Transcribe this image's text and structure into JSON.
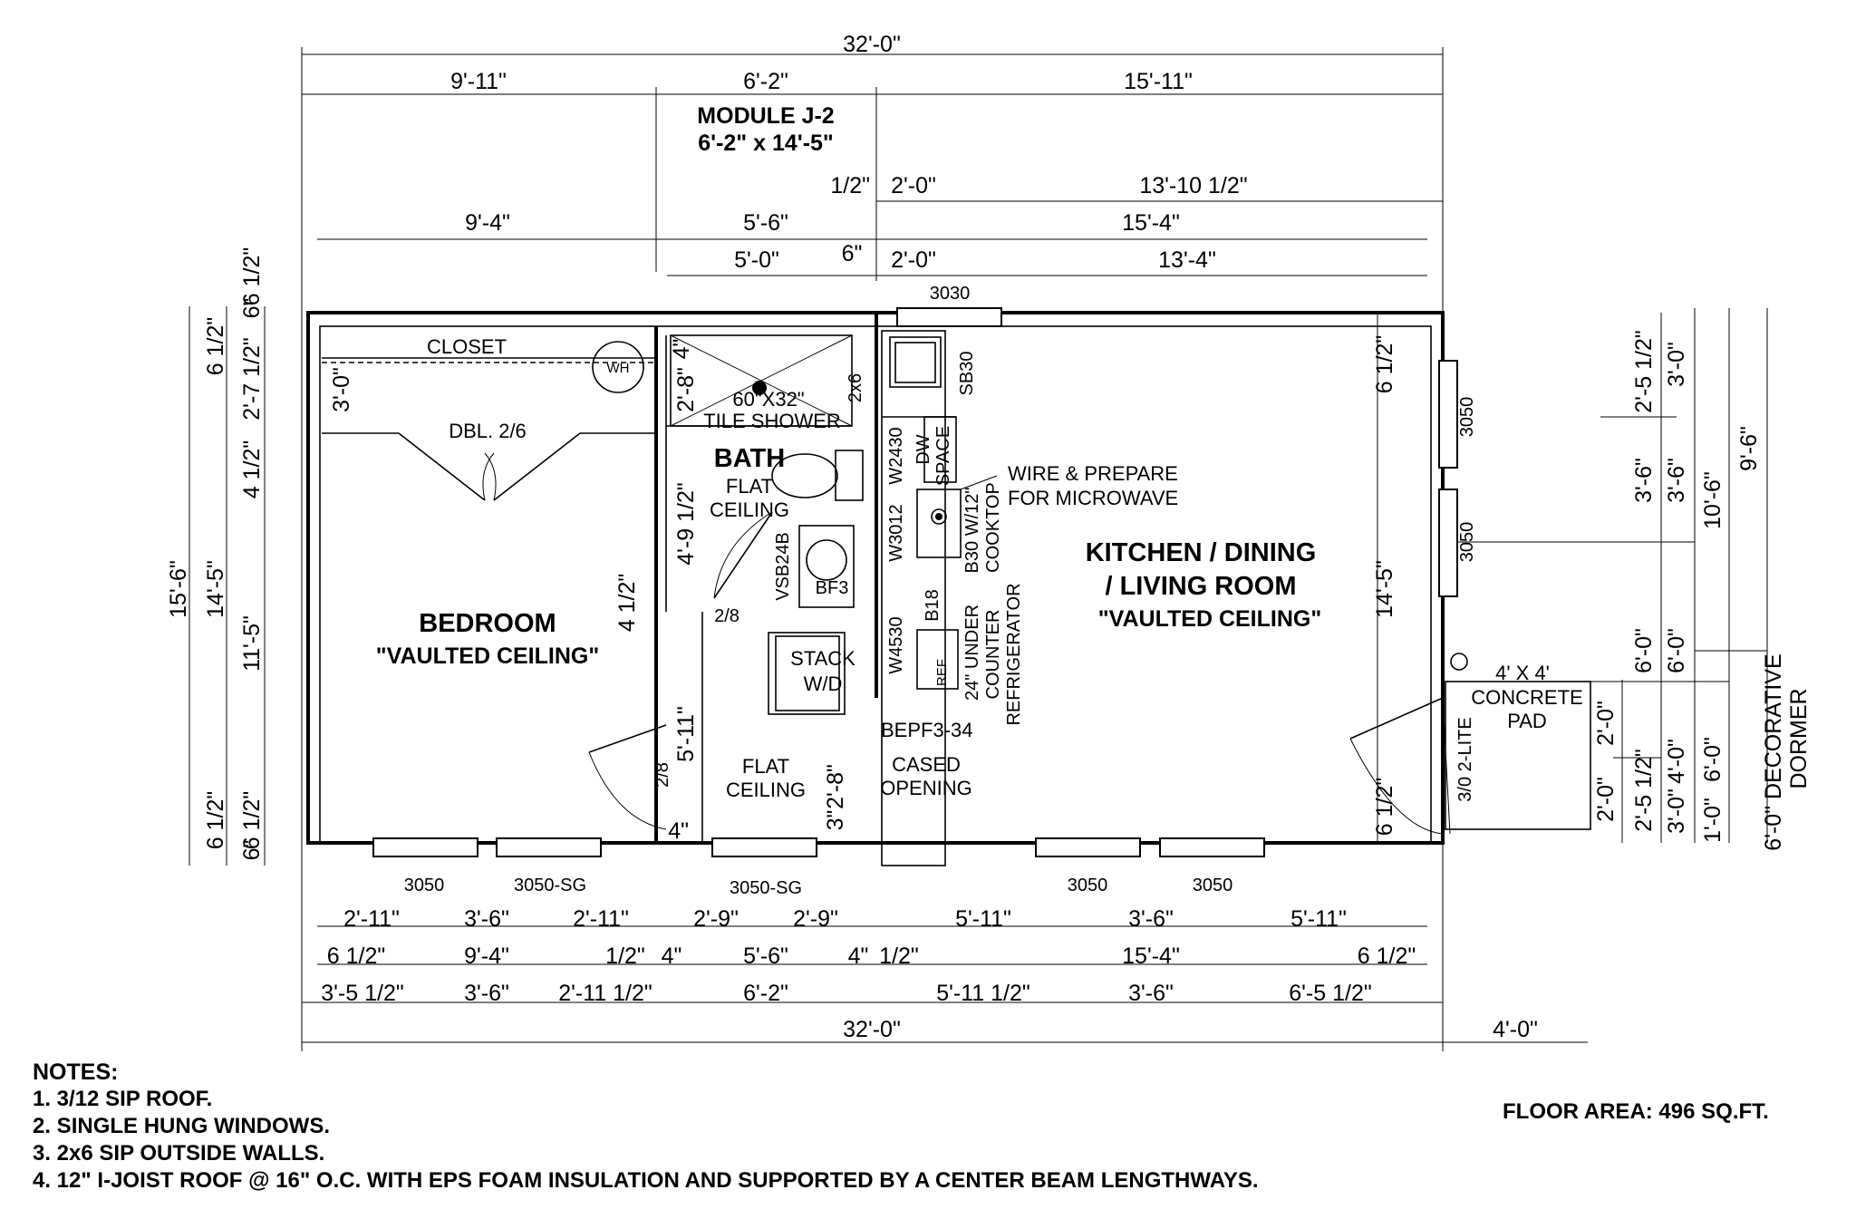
{
  "module": {
    "name": "MODULE J-2",
    "size": "6'-2\" x 14'-5\""
  },
  "rooms": {
    "bedroom": {
      "name": "BEDROOM",
      "ceiling": "\"VAULTED CEILING\""
    },
    "kitchen": {
      "line1": "KITCHEN / DINING",
      "line2": "/ LIVING ROOM",
      "ceiling": "\"VAULTED CEILING\""
    },
    "bath": {
      "name": "BATH",
      "ceiling1": "FLAT",
      "ceiling2": "CEILING"
    },
    "hall": {
      "ceiling1": "FLAT",
      "ceiling2": "CEILING"
    }
  },
  "labels": {
    "closet": "CLOSET",
    "wh": "WH",
    "dbl": "DBL. 2/6",
    "shower1": "60\"X32\"",
    "shower2": "TILE SHOWER",
    "x2x6": "2x6",
    "vsb": "VSB24B",
    "bf3": "BF3",
    "stack1": "STACK",
    "stack2": "W/D",
    "door28a": "2/8",
    "door28b": "2/8",
    "sb30": "SB30",
    "w2430": "W2430",
    "dw1": "DW",
    "dw2": "SPACE",
    "w3012": "W3012",
    "b30a": "B30 W/12\"",
    "b30b": "COOKTOP",
    "b18": "B18",
    "w4530": "W4530",
    "ref": "REF",
    "under1": "24\" UNDER",
    "under2": "COUNTER",
    "under3": "REFRIGERATOR",
    "wire1": "WIRE & PREPARE",
    "wire2": "FOR MICROWAVE",
    "bepf": "BEPF3-34",
    "cased1": "CASED",
    "cased2": "OPENING",
    "pad1": "4' X 4'",
    "pad2": "CONCRETE",
    "pad3": "PAD",
    "lite": "3/0 2-LITE",
    "dormer1": "6'-0\" DECORATIVE",
    "dormer2": "DORMER"
  },
  "windows": {
    "w3030": "3030",
    "w3050_r1": "3050",
    "w3050_r2": "3050",
    "w3050_b1": "3050",
    "w3050sg_b2": "3050-SG",
    "w3050sg_b3": "3050-SG",
    "w3050_b4": "3050",
    "w3050_b5": "3050"
  },
  "dims": {
    "top_total": "32'-0\"",
    "top_a": "9'-11\"",
    "top_b": "6'-2\"",
    "top_c": "15'-11\"",
    "half": "1/2\"",
    "r3_20": "2'-0\"",
    "r3_1310": "13'-10 1/2\"",
    "r4_94": "9'-4\"",
    "r4_56": "5'-6\"",
    "r4_154": "15'-4\"",
    "r5_50": "5'-0\"",
    "r5_6": "6\"",
    "r5_20": "2'-0\"",
    "r5_134": "13'-4\"",
    "l_155": "15'-6\"",
    "l_145": "14'-5\"",
    "l_115": "11'-5\"",
    "l_6h_top": "6 1/2\"",
    "l_6h_bot": "6 1/2\"",
    "l_6h_a": "6 1/2\"",
    "l_27": "2'-7 1/2\"",
    "l_4h": "4 1/2\"",
    "l_6h_b": "6 1/2\"",
    "l_6a": "6\"",
    "l_6b": "6\"",
    "in_30": "3'-0\"",
    "in_28": "2'-8\"",
    "in_4a": "4\"",
    "in_49": "4'-9 1/2\"",
    "in_4h": "4 1/2\"",
    "in_511": "5'-11\"",
    "in_28b": "2'-8\"",
    "in_3": "3\"",
    "in_4b": "4\"",
    "k_6h_top": "6 1/2\"",
    "k_145": "14'-5\"",
    "k_6h_bot": "6 1/2\"",
    "rd_25": "2'-5 1/2\"",
    "rd_30": "3'-0\"",
    "rd_36a": "3'-6\"",
    "rd_36b": "3'-6\"",
    "rd_106": "10'-6\"",
    "rd_96": "9'-6\"",
    "rd_60a": "6'-0\"",
    "rd_60b": "6'-0\"",
    "rd_20a": "2'-0\"",
    "rd_20b": "2'-0\"",
    "rd_25b": "2'-5 1/2\"",
    "rd_40a": "4'-0\"",
    "rd_60c": "6'-0\"",
    "rd_30b": "3'-0\"",
    "rd_10": "1'-0\"",
    "b1_a": "2'-11\"",
    "b1_b": "3'-6\"",
    "b1_c": "2'-11\"",
    "b1_d": "2'-9\"",
    "b1_e": "2'-9\"",
    "b1_f": "5'-11\"",
    "b1_g": "3'-6\"",
    "b1_h": "5'-11\"",
    "b2_a": "6 1/2\"",
    "b2_b": "9'-4\"",
    "b2_c": "1/2\"",
    "b2_d": "4\"",
    "b2_e": "5'-6\"",
    "b2_f": "4\"",
    "b2_g": "1/2\"",
    "b2_h": "15'-4\"",
    "b2_i": "6 1/2\"",
    "b3_a": "3'-5 1/2\"",
    "b3_b": "3'-6\"",
    "b3_c": "2'-11 1/2\"",
    "b3_d": "6'-2\"",
    "b3_e": "5'-11 1/2\"",
    "b3_f": "3'-6\"",
    "b3_g": "6'-5 1/2\"",
    "b4_total": "32'-0\"",
    "b4_pad": "4'-0\""
  },
  "notes": {
    "title": "NOTES:",
    "items": [
      "1. 3/12 SIP ROOF.",
      "2. SINGLE HUNG WINDOWS.",
      "3. 2x6 SIP OUTSIDE WALLS.",
      "4. 12\" I-JOIST ROOF @ 16\" O.C. WITH EPS FOAM INSULATION AND SUPPORTED BY A CENTER BEAM LENGTHWAYS."
    ]
  },
  "floor_area": "FLOOR AREA:  496 SQ.FT."
}
